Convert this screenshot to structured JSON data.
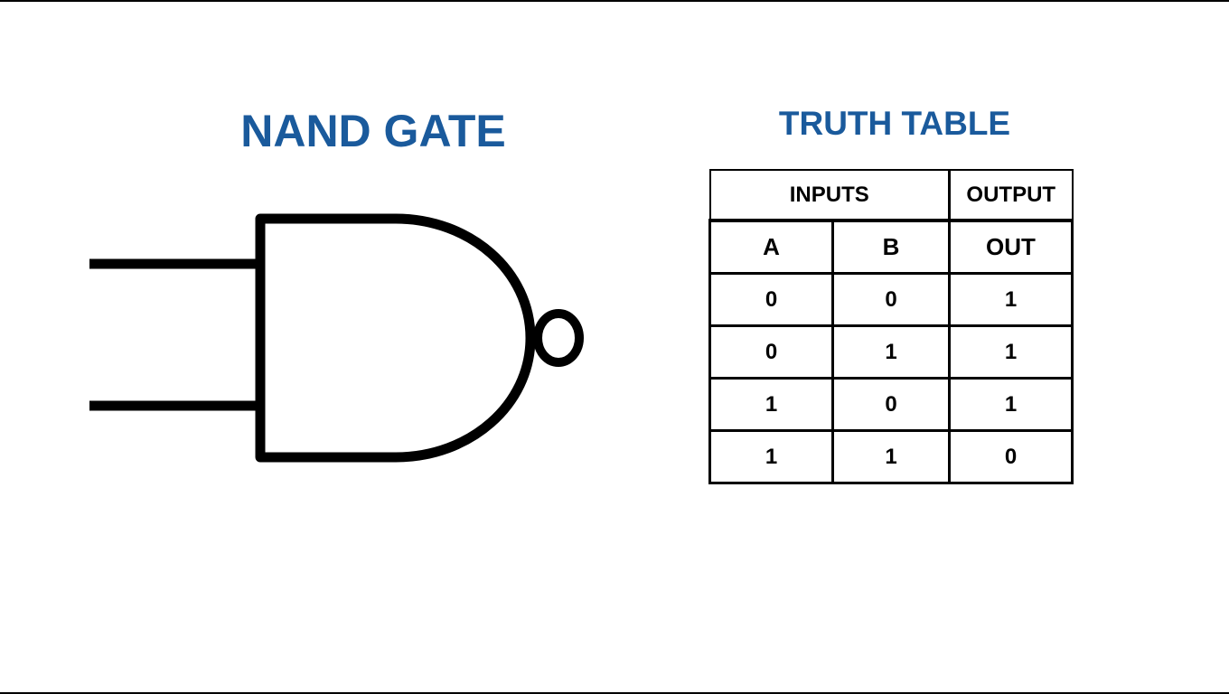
{
  "gate": {
    "title": "NAND GATE",
    "symbol": "nand-gate-symbol",
    "inputs": 2,
    "outputs": 1
  },
  "truth_table": {
    "title": "TRUTH TABLE",
    "group_headers": {
      "inputs": "INPUTS",
      "output": "OUTPUT"
    },
    "columns": [
      "A",
      "B",
      "OUT"
    ],
    "rows": [
      [
        "0",
        "0",
        "1"
      ],
      [
        "0",
        "1",
        "1"
      ],
      [
        "1",
        "0",
        "1"
      ],
      [
        "1",
        "1",
        "0"
      ]
    ]
  },
  "colors": {
    "title": "#1a5a9c",
    "stroke": "#000000",
    "background": "#ffffff"
  }
}
